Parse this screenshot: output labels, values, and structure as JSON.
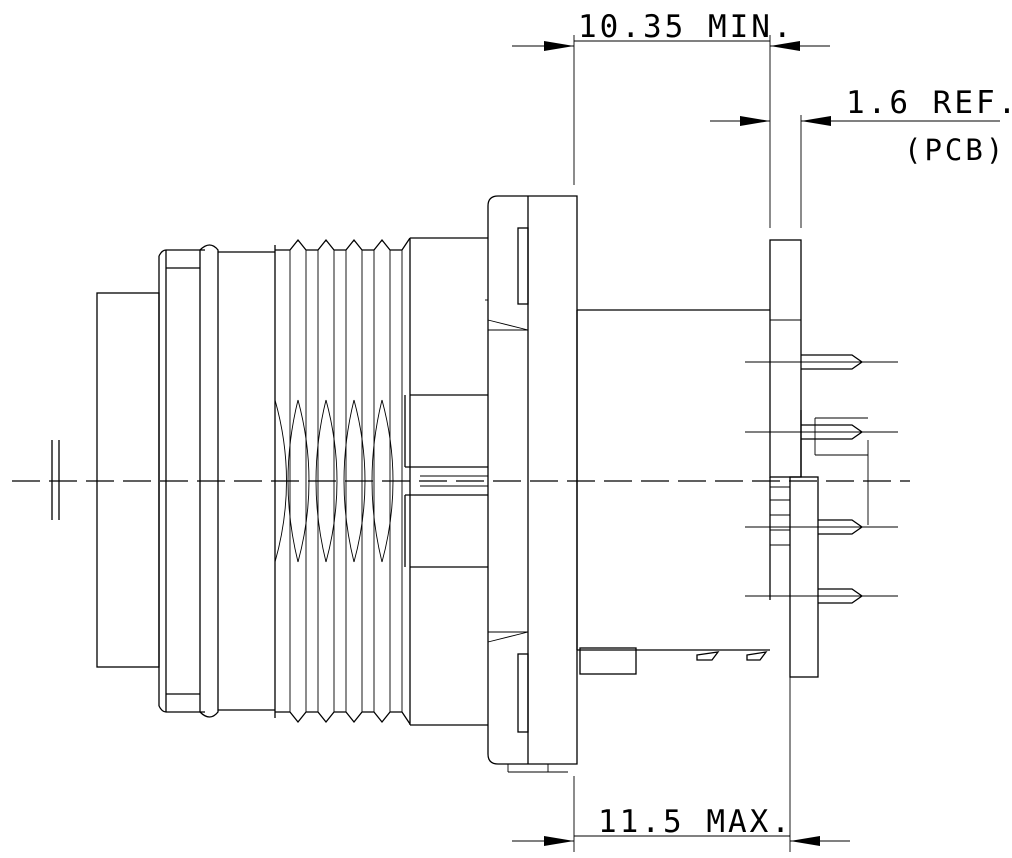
{
  "dimensions": {
    "top_min": "10.35 MIN.",
    "pcb_ref": "1.6 REF.",
    "pcb_note": "(PCB)",
    "bottom_max": "11.5 MAX."
  }
}
